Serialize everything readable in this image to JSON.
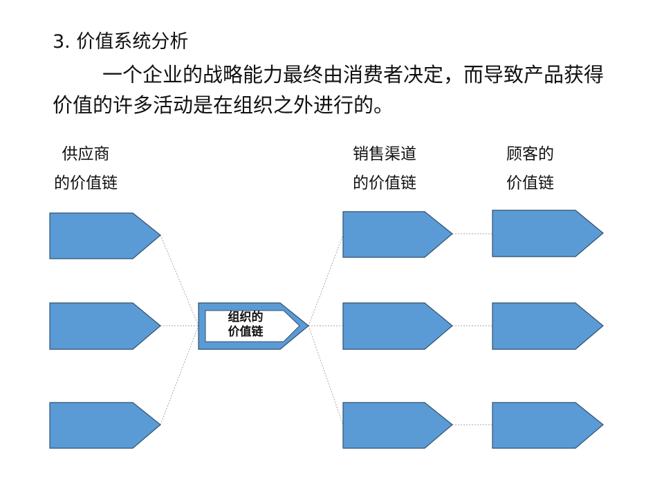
{
  "title": "3.  价值系统分析",
  "paragraph": "一个企业的战略能力最终由消费者决定，而导致产品获得价值的许多活动是在组织之外进行的。",
  "labels": {
    "supplier": [
      "供应商",
      "的价值链"
    ],
    "channel": [
      "销售渠道",
      "的价值链"
    ],
    "customer": [
      "顾客的",
      "价值链"
    ],
    "organization": [
      "组织的",
      "价值链"
    ]
  },
  "colors": {
    "shape_fill": "#5b9bd5",
    "shape_stroke": "#2f4f6f",
    "connector": "#a6a6a6"
  }
}
